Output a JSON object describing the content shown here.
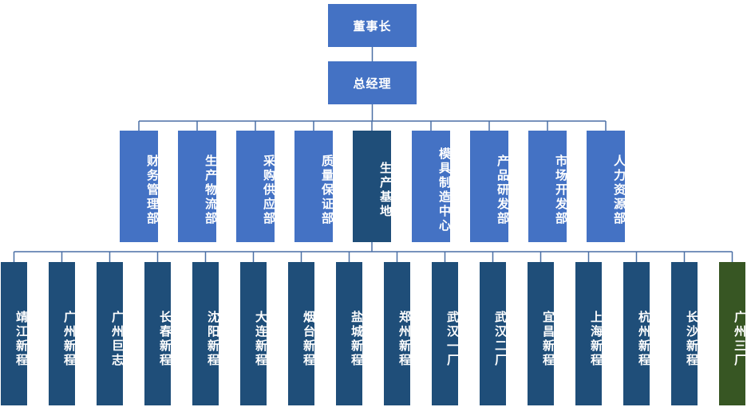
{
  "org": {
    "chairman": "董事长",
    "gm": "总经理",
    "departments": [
      {
        "label": "财务管理部"
      },
      {
        "label": "生产物流部"
      },
      {
        "label": "采购供应部"
      },
      {
        "label": "质量保证部"
      },
      {
        "label": "生产基地",
        "highlight": true
      },
      {
        "label": "模具制造中心"
      },
      {
        "label": "产品研发部"
      },
      {
        "label": "市场开发部"
      },
      {
        "label": "人力资源部"
      }
    ],
    "plants": [
      {
        "label": "靖江新程"
      },
      {
        "label": "广州新程"
      },
      {
        "label": "广州巨志"
      },
      {
        "label": "长春新程"
      },
      {
        "label": "沈阳新程"
      },
      {
        "label": "大连新程"
      },
      {
        "label": "烟台新程"
      },
      {
        "label": "盐城新程"
      },
      {
        "label": "郑州新程"
      },
      {
        "label": "武汉一厂"
      },
      {
        "label": "武汉二厂"
      },
      {
        "label": "宜昌新程"
      },
      {
        "label": "上海新程"
      },
      {
        "label": "杭州新程"
      },
      {
        "label": "长沙新程"
      },
      {
        "label": "广州三厂",
        "highlight": true
      }
    ]
  },
  "colors": {
    "top": "#4472c4",
    "department": "#4472c4",
    "department_selected": "#1f4e79",
    "plant": "#1f4e79",
    "plant_highlight": "#375623",
    "connector": "#4a6fa5"
  }
}
